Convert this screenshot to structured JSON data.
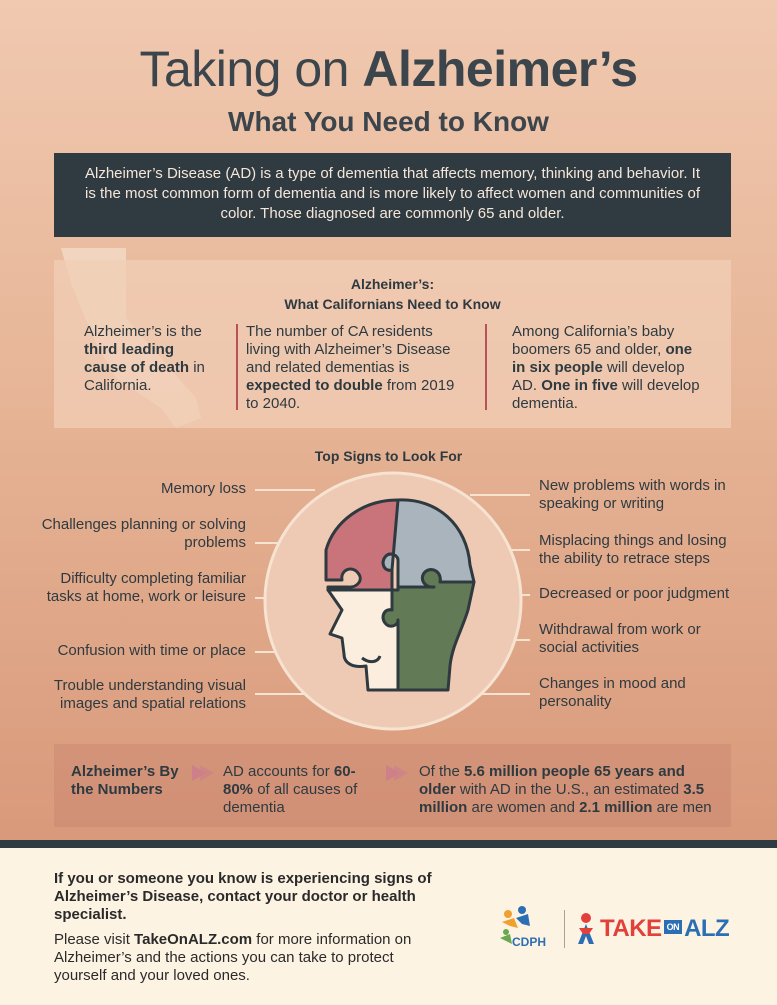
{
  "title": {
    "light": "Taking on ",
    "bold": "Alzheimer’s"
  },
  "subtitle": "What You Need to Know",
  "intro": "Alzheimer’s Disease (AD) is a type of dementia that affects memory, thinking and behavior. It is the most common form of dementia and is more likely to affect women and communities of color. Those diagnosed are commonly 65 and older.",
  "california": {
    "heading_line1": "Alzheimer’s:",
    "heading_line2": "What Californians Need to Know",
    "fact1": {
      "a": "Alzheimer’s is the ",
      "b": "third leading cause of death",
      "c": " in California."
    },
    "fact2": {
      "a": "The number of CA residents living with Alzheimer’s Disease and related dementias is ",
      "b": "expected to double",
      "c": " from 2019 to 2040."
    },
    "fact3": {
      "a": "Among California’s baby boomers 65 and older, ",
      "b": "one in six people",
      "c": " will develop AD. ",
      "d": "One in five",
      "e": " will develop dementia."
    }
  },
  "signs": {
    "title": "Top Signs to Look For",
    "left": [
      "Memory loss",
      "Challenges planning or solving problems",
      "Difficulty completing familiar tasks at home, work or leisure",
      "Confusion with time or place",
      "Trouble understanding visual images and spatial relations"
    ],
    "right": [
      "New problems with words in speaking or writing",
      "Misplacing things and losing the ability to retrace steps",
      "Decreased or poor judgment",
      "Withdrawal from work or social activities",
      "Changes in mood and personality"
    ]
  },
  "numbers": {
    "title": "Alzheimer’s By the Numbers",
    "stat1": {
      "a": "AD accounts for ",
      "b": "60-80%",
      "c": " of all causes of dementia"
    },
    "stat2": {
      "a": "Of the ",
      "b": "5.6 million people 65 years and older",
      "c": " with AD in the U.S., an estimated ",
      "d": "3.5 million",
      "e": " are women and ",
      "f": "2.1 million",
      "g": " are men"
    }
  },
  "footer": {
    "bold": "If you or someone you know is experiencing signs of Alzheimer’s Disease, contact your doctor or health specialist.",
    "visit_a": "Please visit ",
    "visit_link": "TakeOnALZ.com",
    "visit_b": " for more information on Alzheimer’s and the actions you can take to protect yourself and your loved ones."
  },
  "logos": {
    "cdph": "CDPH",
    "take": "TAKE",
    "on": "ON",
    "alz": "ALZ"
  },
  "colors": {
    "dark": "#2f3b40",
    "accent_red": "#b5525a",
    "puzzle_pink": "#c9737b",
    "puzzle_blue": "#a9b4bd",
    "puzzle_green": "#627a55",
    "puzzle_cream": "#fbeede"
  }
}
